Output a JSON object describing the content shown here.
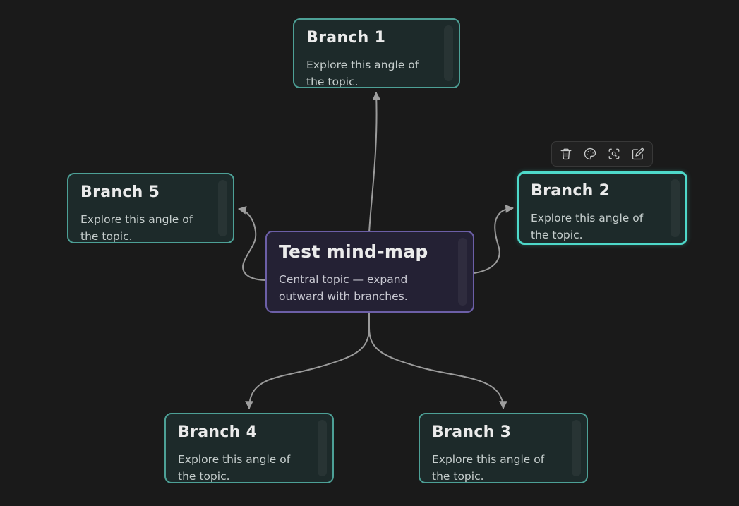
{
  "app": {
    "view": "mind-map-canvas"
  },
  "central": {
    "title": "Test mind-map",
    "body": "Central topic — expand outward with branches."
  },
  "branches": [
    {
      "title": "Branch 1",
      "body": "Explore this angle of the topic.",
      "selected": false
    },
    {
      "title": "Branch 2",
      "body": "Explore this angle of the topic.",
      "selected": true
    },
    {
      "title": "Branch 3",
      "body": "Explore this angle of the topic.",
      "selected": false
    },
    {
      "title": "Branch 4",
      "body": "Explore this angle of the topic.",
      "selected": false
    },
    {
      "title": "Branch 5",
      "body": "Explore this angle of the topic.",
      "selected": false
    }
  ],
  "selection": {
    "selected_node": "Branch 2"
  },
  "toolbar": {
    "buttons": [
      {
        "label": "delete",
        "icon": "trash-icon"
      },
      {
        "label": "color",
        "icon": "palette-icon"
      },
      {
        "label": "focus",
        "icon": "scan-search-icon"
      },
      {
        "label": "edit",
        "icon": "edit-icon"
      }
    ]
  },
  "connections": [
    {
      "from": "Test mind-map",
      "to": "Branch 1"
    },
    {
      "from": "Test mind-map",
      "to": "Branch 2"
    },
    {
      "from": "Test mind-map",
      "to": "Branch 3"
    },
    {
      "from": "Test mind-map",
      "to": "Branch 4"
    },
    {
      "from": "Test mind-map",
      "to": "Branch 5"
    }
  ],
  "colors": {
    "canvas_bg": "#1a1a1a",
    "branch_bg": "#1d2a2a",
    "branch_border": "#4da096",
    "branch_selected_border": "#4ed9ca",
    "central_bg": "#242134",
    "central_border": "#6c5fa7",
    "connector": "#9b9b9b",
    "title_text": "#ebebeb",
    "body_text": "#c6cecd",
    "toolbar_bg": "#212121",
    "toolbar_icon": "#c9cbcb"
  }
}
